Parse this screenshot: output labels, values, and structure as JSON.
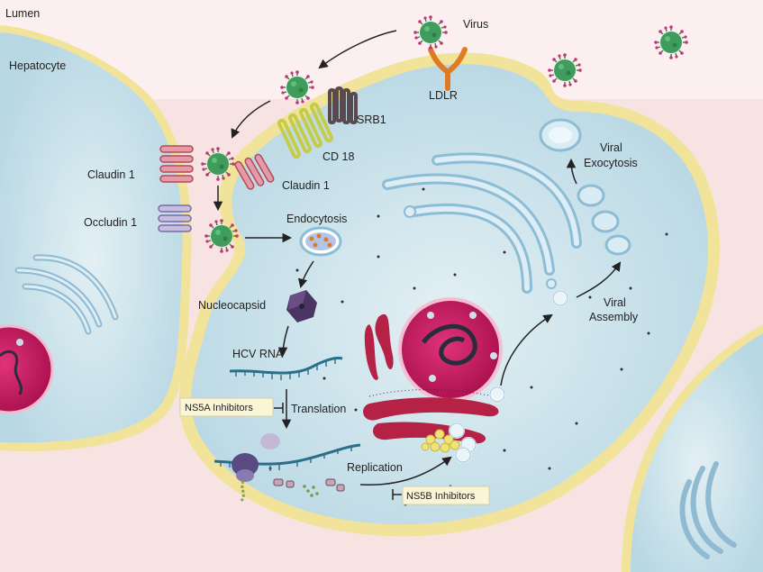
{
  "labels": {
    "lumen": "Lumen",
    "hepatocyte": "Hepatocyte",
    "virus": "Virus",
    "ldlr": "LDLR",
    "srb1": "SRB1",
    "cd18": "CD 18",
    "claudin1_left": "Claudin 1",
    "claudin1_right": "Claudin 1",
    "occludin1": "Occludin 1",
    "endocytosis": "Endocytosis",
    "nucleocapsid": "Nucleocapsid",
    "hcv_rna": "HCV RNA",
    "translation": "Translation",
    "replication": "Replication",
    "viral_exocytosis_line1": "Viral",
    "viral_exocytosis_line2": "Exocytosis",
    "viral_assembly_line1": "Viral",
    "viral_assembly_line2": "Assembly"
  },
  "inhibitors": {
    "ns5a": "NS5A Inhibitors",
    "ns5b": "NS5B Inhibitors"
  },
  "colors": {
    "lumen_bg": "#f5e0df",
    "cytoplasm": "#cfe6ee",
    "membrane": "#f2e39a",
    "virus": "#3a9a5a",
    "virus_spike": "#c2347a",
    "ldlr": "#e07b25",
    "nucleus": "#c4135b",
    "er": "#b52245",
    "golgi": "#a9cde0",
    "claudin": "#d06a78",
    "occludin": "#a99bc4",
    "cd18": "#cfd46a",
    "srb1": "#5a4a4e",
    "inhibitor_box": "#fbf5d8"
  }
}
